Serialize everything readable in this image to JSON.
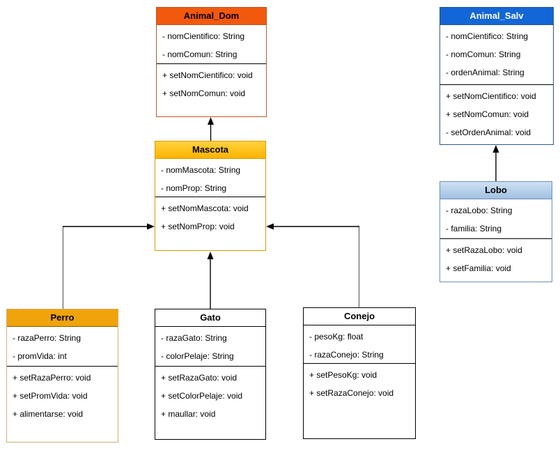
{
  "diagram": {
    "type": "uml-class-diagram",
    "classes": [
      {
        "name": "Animal_Dom",
        "attributes": [
          "- nomCientifico: String",
          "- nomComun: String"
        ],
        "methods": [
          "+ setNomCientifico: void",
          "+ setNomComun: void"
        ],
        "header_fill": "#F2590D",
        "header_text_color": "#000000",
        "border_color": "#B55A30"
      },
      {
        "name": "Animal_Salv",
        "attributes": [
          "- nomCientifico: String",
          "- nomComun: String",
          "- ordenAnimal: String"
        ],
        "methods": [
          "+ setNomCientifico: void",
          "+ setNomComun: void",
          "- setOrdenAnimal: void"
        ],
        "header_fill": "#1366D6",
        "header_text_color": "#FFFFFF",
        "border_color": "#2D5986"
      },
      {
        "name": "Mascota",
        "attributes": [
          "- nomMascota: String",
          "- nomProp: String"
        ],
        "methods": [
          "+ setNomMascota: void",
          "+ setNomProp: void"
        ],
        "header_fill": "#FFC107",
        "header_text_color": "#000000",
        "border_color": "#D79B00"
      },
      {
        "name": "Lobo",
        "attributes": [
          "- razaLobo: String",
          "- familia: String"
        ],
        "methods": [
          "+ setRazaLobo: void",
          "+ setFamilia: void"
        ],
        "header_fill": "#B9D2EC",
        "header_text_color": "#000000",
        "border_color": "#6C8EBF"
      },
      {
        "name": "Perro",
        "attributes": [
          "- razaPerro: String",
          "- promVida: int"
        ],
        "methods": [
          "+ setRazaPerro: void",
          "+ setPromVida: void",
          "+ alimentarse: void"
        ],
        "header_fill": "#F0A30A",
        "header_text_color": "#000000",
        "border_color": "#C8B079"
      },
      {
        "name": "Gato",
        "attributes": [
          "- razaGato: String",
          "- colorPelaje: String"
        ],
        "methods": [
          "+ setRazaGato: void",
          "+ setColorPelaje: void",
          "+ maullar: void"
        ],
        "header_fill": "#FFFFFF",
        "header_text_color": "#000000",
        "border_color": "#000000"
      },
      {
        "name": "Conejo",
        "attributes": [
          "- pesoKg: float",
          "- razaConejo: String"
        ],
        "methods": [
          "+ setPesoKg: void",
          "+ setRazaConejo: void"
        ],
        "header_fill": "#FFFFFF",
        "header_text_color": "#000000",
        "border_color": "#000000"
      }
    ],
    "relations": [
      {
        "from": "Mascota",
        "to": "Animal_Dom",
        "type": "directed-arrow"
      },
      {
        "from": "Lobo",
        "to": "Animal_Salv",
        "type": "directed-arrow"
      },
      {
        "from": "Perro",
        "to": "Mascota",
        "type": "directed-arrow"
      },
      {
        "from": "Gato",
        "to": "Mascota",
        "type": "directed-arrow"
      },
      {
        "from": "Conejo",
        "to": "Mascota",
        "type": "directed-arrow"
      }
    ],
    "connector_colors": {
      "line": "#000000",
      "stub": "#808080"
    }
  }
}
